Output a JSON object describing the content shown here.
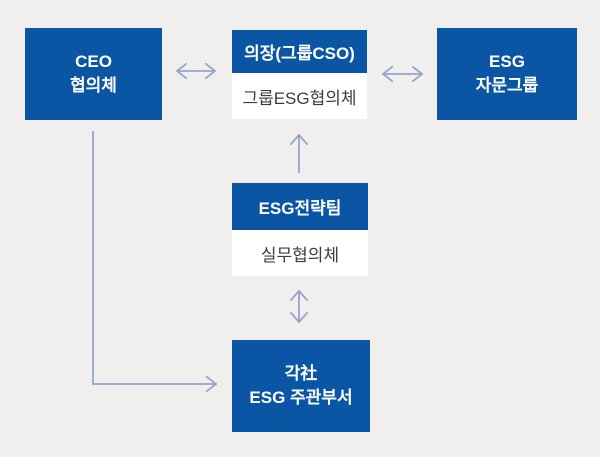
{
  "theme": {
    "background": "#f0efee",
    "box_blue": "#0b56a4",
    "box_text": "#ffffff",
    "sub_box_bg": "#ffffff",
    "sub_box_text": "#3d3d3d",
    "arrow_color": "#96a3cd"
  },
  "diagram": {
    "title_hint": "ESG governance organization diagram",
    "ceo_box": {
      "line1": "CEO",
      "line2": "협의체"
    },
    "group_council_box": {
      "header": "의장(그룹CSO)",
      "body": "그룹ESG협의체"
    },
    "advisory_box": {
      "line1": "ESG",
      "line2": "자문그룹"
    },
    "working_council_box": {
      "header": "ESG전략팀",
      "body": "실무협의체"
    },
    "dept_box": {
      "line1": "각社",
      "line2": "ESG 주관부서"
    },
    "connectors": [
      {
        "name": "ceo-group-two-way-arrow",
        "type": "horizontal-double"
      },
      {
        "name": "group-advisory-two-way-arrow",
        "type": "horizontal-double"
      },
      {
        "name": "strategy-to-group-up-arrow",
        "type": "vertical-up"
      },
      {
        "name": "strategy-dept-two-way-arrow",
        "type": "vertical-double"
      },
      {
        "name": "ceo-to-dept-elbow-arrow",
        "type": "elbow-right"
      }
    ]
  }
}
